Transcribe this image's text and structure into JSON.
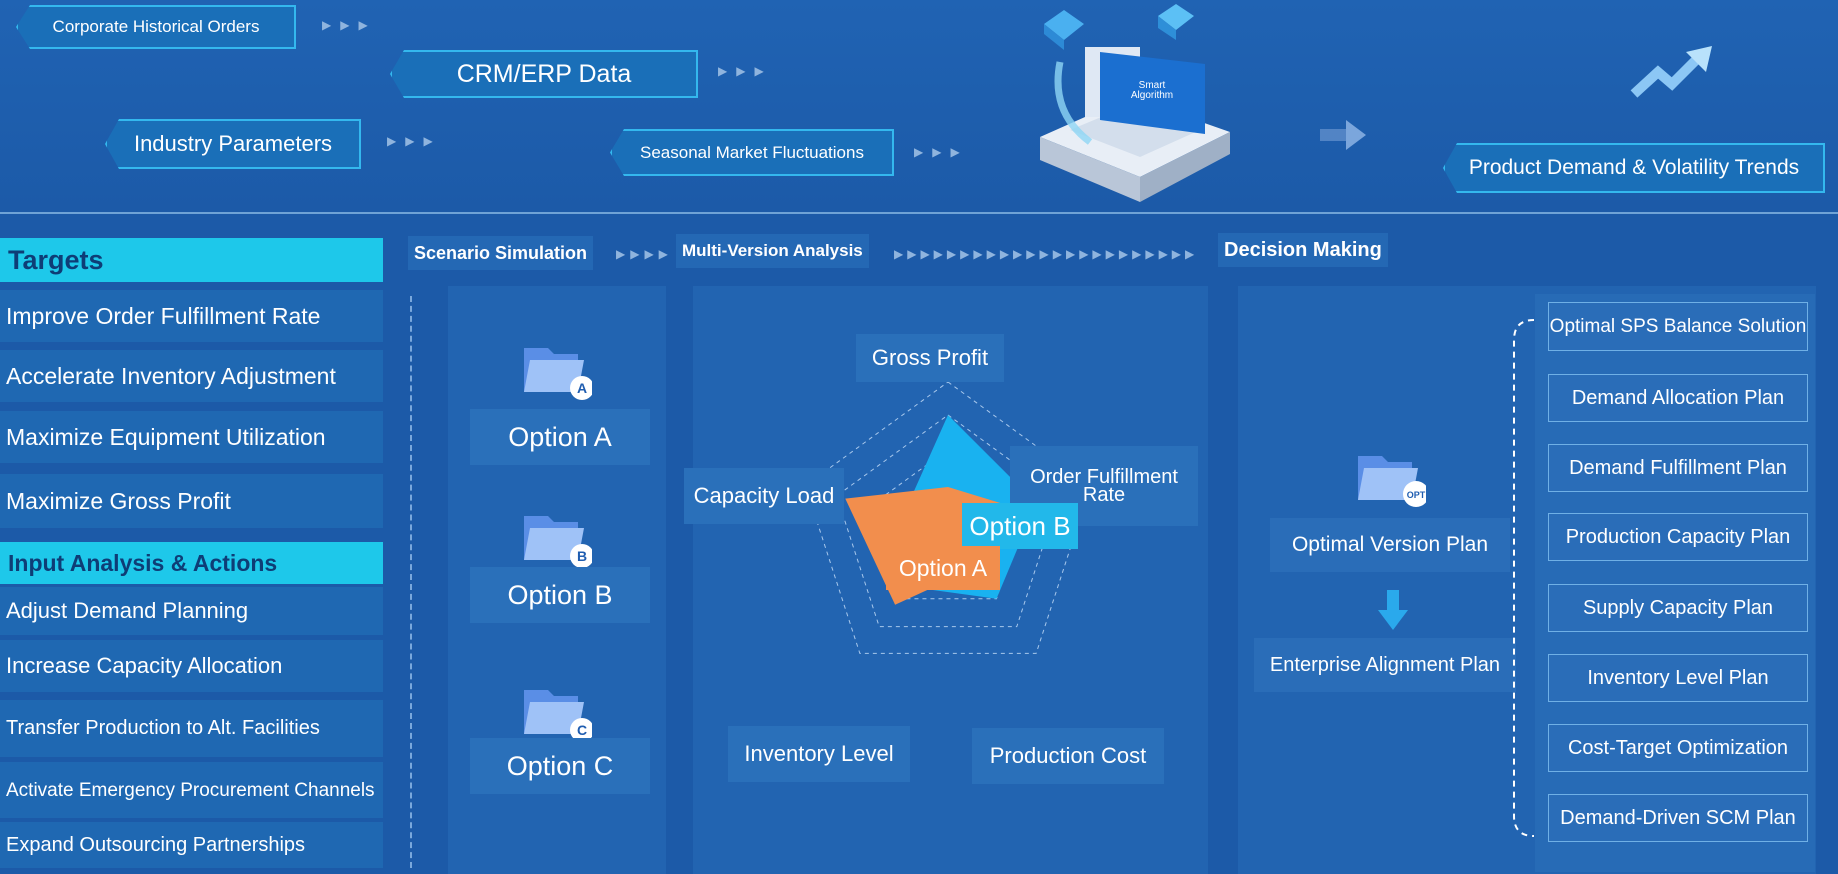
{
  "inputs": {
    "corporate_orders": "Corporate Historical Orders",
    "crm_erp": "CRM/ERP Data",
    "industry_params": "Industry Parameters",
    "seasonal": "Seasonal Market Fluctuations"
  },
  "algorithm": {
    "line1": "Smart",
    "line2": "Algorithm"
  },
  "output_trend": "Product Demand & Volatility Trends",
  "targets": {
    "heading": "Targets",
    "items": [
      "Improve Order Fulfillment Rate",
      "Accelerate Inventory Adjustment",
      "Maximize Equipment Utilization",
      "Maximize Gross Profit"
    ]
  },
  "actions": {
    "heading": "Input Analysis & Actions",
    "items": [
      "Adjust Demand Planning",
      "Increase Capacity Allocation",
      "Transfer Production to Alt. Facilities",
      "Activate Emergency Procurement Channels",
      "Expand Outsourcing Partnerships"
    ]
  },
  "steps": {
    "scenario": "Scenario Simulation",
    "multi": "Multi-Version Analysis",
    "decision": "Decision Making"
  },
  "options": [
    {
      "label": "Option A",
      "badge": "A"
    },
    {
      "label": "Option B",
      "badge": "B"
    },
    {
      "label": "Option C",
      "badge": "C"
    }
  ],
  "radar": {
    "axes": [
      "Gross Profit",
      "Order Fulfillment Rate",
      "Production Cost",
      "Inventory Level",
      "Capacity Load"
    ],
    "series": [
      {
        "name": "Option B",
        "color": "#19b2f0",
        "values": [
          0.78,
          0.62,
          0.55,
          0.45,
          0.32
        ]
      },
      {
        "name": "Option A",
        "color": "#f28e4d",
        "values": [
          0.3,
          0.5,
          0.3,
          0.6,
          0.72
        ]
      }
    ]
  },
  "decision": {
    "badge": "OPT",
    "optimal_version": "Optimal Version Plan",
    "enterprise": "Enterprise Alignment Plan"
  },
  "plans": [
    "Optimal SPS Balance Solution",
    "Demand Allocation Plan",
    "Demand Fulfillment Plan",
    "Production Capacity Plan",
    "Supply Capacity Plan",
    "Inventory Level Plan",
    "Cost-Target Optimization",
    "Demand-Driven SCM Plan"
  ]
}
